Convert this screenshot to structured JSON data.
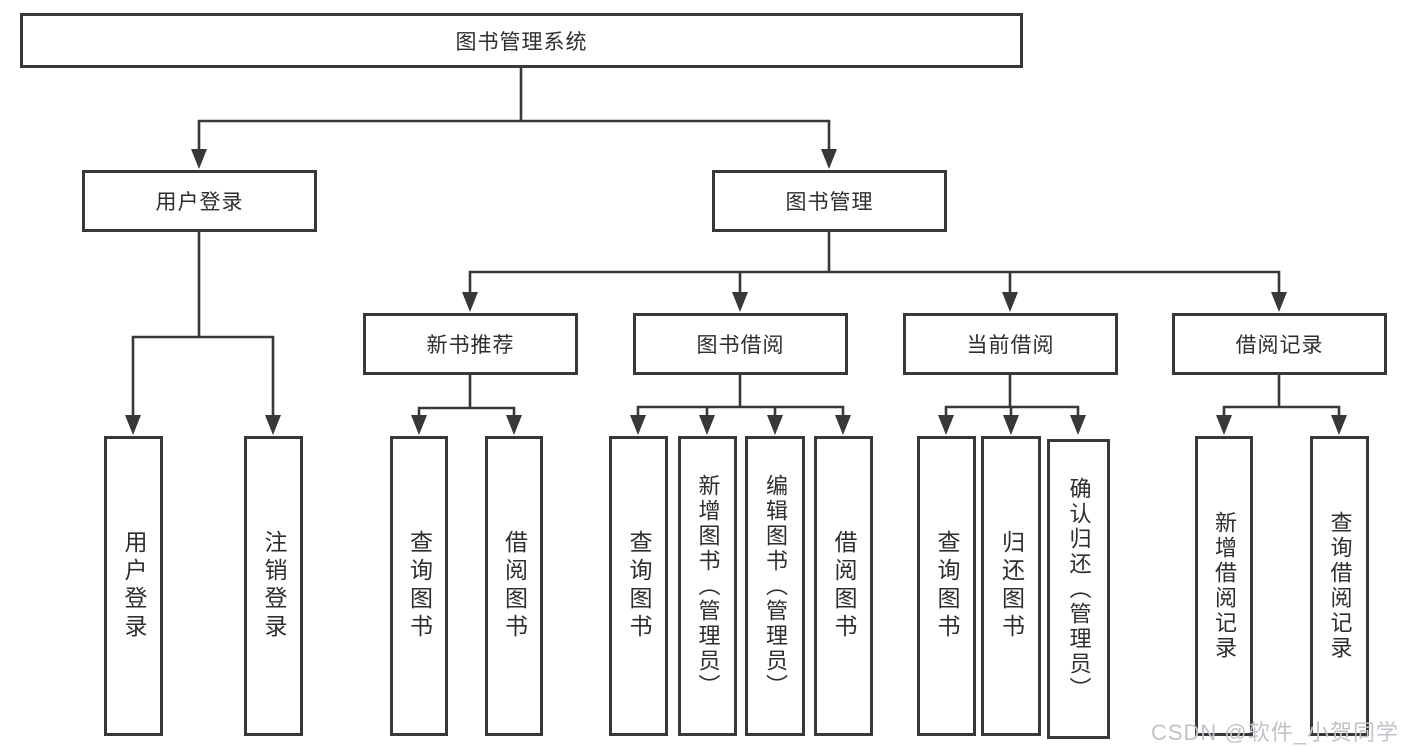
{
  "tree": {
    "root": {
      "label": "图书管理系统",
      "children": [
        {
          "label": "用户登录",
          "children": [
            {
              "label": "用户登录"
            },
            {
              "label": "注销登录"
            }
          ]
        },
        {
          "label": "图书管理",
          "children": [
            {
              "label": "新书推荐",
              "children": [
                {
                  "label": "查询图书"
                },
                {
                  "label": "借阅图书"
                }
              ]
            },
            {
              "label": "图书借阅",
              "children": [
                {
                  "label": "查询图书"
                },
                {
                  "label": "新增图书（管理员）"
                },
                {
                  "label": "编辑图书（管理员）"
                },
                {
                  "label": "借阅图书"
                }
              ]
            },
            {
              "label": "当前借阅",
              "children": [
                {
                  "label": "查询图书"
                },
                {
                  "label": "归还图书"
                },
                {
                  "label": "确认归还（管理员）"
                }
              ]
            },
            {
              "label": "借阅记录",
              "children": [
                {
                  "label": "新增借阅记录"
                },
                {
                  "label": "查询借阅记录"
                }
              ]
            }
          ]
        }
      ]
    }
  },
  "watermark": {
    "text": "CSDN @软件_小贺同学"
  },
  "colors": {
    "line": "#383838",
    "text": "#2e2e2e",
    "background": "#ffffff",
    "watermark": "#bfc3c9"
  }
}
